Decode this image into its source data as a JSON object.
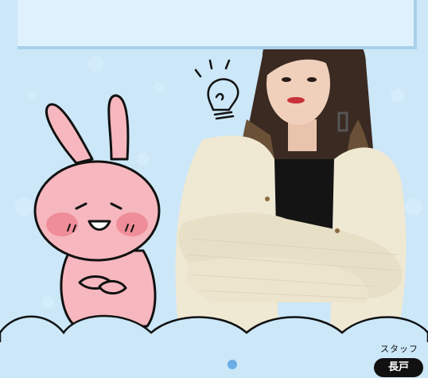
{
  "staff": {
    "role": "スタッフ",
    "name": "長戸"
  },
  "colors": {
    "background": "#cbe7f8",
    "speech_box": "#dff1fc",
    "bunny_pink": "#f7b7be",
    "accent_dot": "#6aaee3"
  },
  "icons": {
    "idea": "lightbulb-icon",
    "character": "bunny-illustration"
  }
}
